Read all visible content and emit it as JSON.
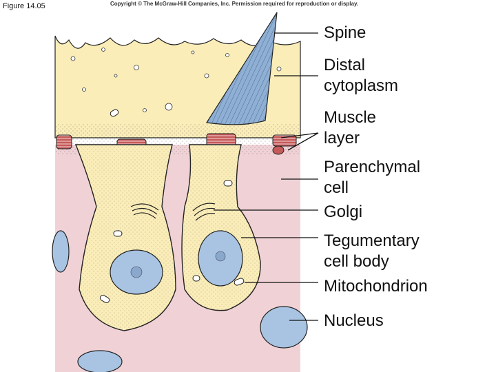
{
  "figure": {
    "number": "Figure 14.05",
    "copyright": "Copyright © The McGraw-Hill Companies, Inc. Permission required for reproduction or display."
  },
  "labels": {
    "spine": "Spine",
    "distal_1": "Distal",
    "distal_2": "cytoplasm",
    "muscle_1": "Muscle",
    "muscle_2": "layer",
    "parenchymal_1": "Parenchymal",
    "parenchymal_2": "cell",
    "golgi": "Golgi",
    "tegumentary_1": "Tegumentary",
    "tegumentary_2": "cell body",
    "mitochondrion": "Mitochondrion",
    "nucleus": "Nucleus"
  },
  "colors": {
    "cytoplasm": "#fbedb8",
    "parenchyma": "#f0d2d6",
    "nucleus": "#a9c4e3",
    "spine": "#8fb0d4",
    "muscle": "#c45a5a",
    "outline": "#222222"
  }
}
